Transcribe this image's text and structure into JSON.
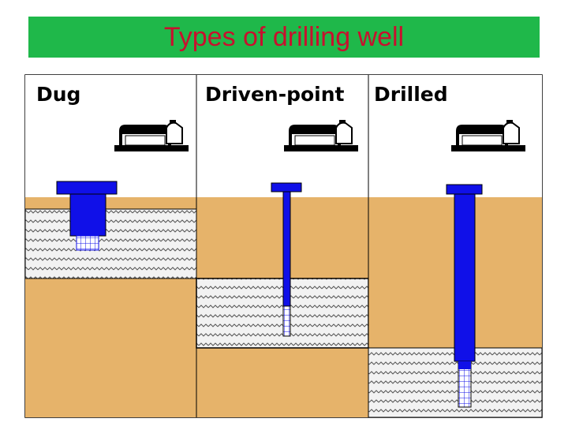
{
  "title": "Types of drilling well",
  "colors": {
    "title_bar": "#1fb84a",
    "title_text": "#c8102e",
    "soil": "#e6b36a",
    "aquifer": "#f2f2f2",
    "casing": "#1010e8",
    "sky": "#ffffff"
  },
  "panels": [
    {
      "label": "Dug"
    },
    {
      "label": "Driven-point"
    },
    {
      "label": "Drilled"
    }
  ]
}
